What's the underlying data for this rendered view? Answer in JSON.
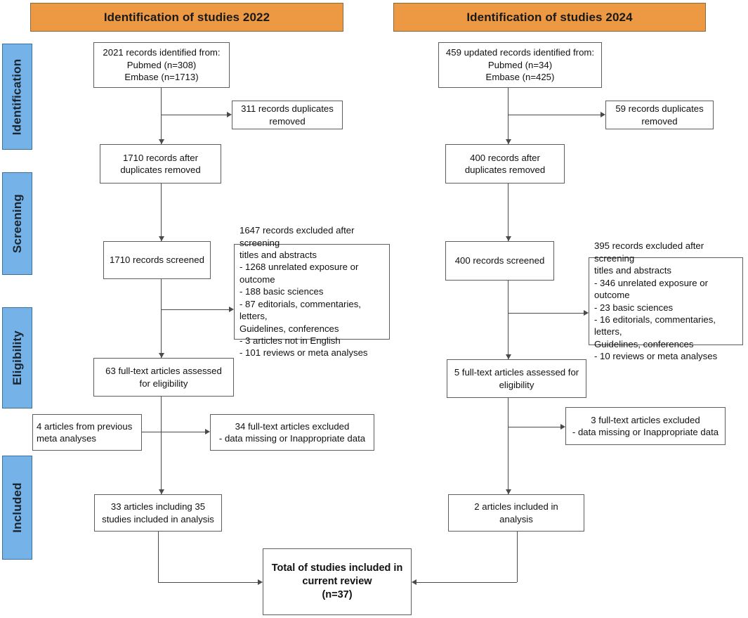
{
  "figure": {
    "type": "prisma-flow-diagram",
    "colors": {
      "header_orange": "#ED9843",
      "stage_blue": "#74B2E8",
      "box_border": "#5d5d5d",
      "connector": "#4a4a4a",
      "background": "#ffffff",
      "text": "#111111"
    }
  },
  "headers": [
    {
      "label": "Identification of studies 2022"
    },
    {
      "label": "Identification of studies 2024"
    }
  ],
  "stages": [
    {
      "label": "Identification"
    },
    {
      "label": "Screening"
    },
    {
      "label": "Eligibility"
    },
    {
      "label": "Included"
    }
  ],
  "column_2022": {
    "identified": "2021 records identified from:\nPubmed (n=308)\nEmbase (n=1713)",
    "duplicates_removed": "311 records duplicates\nremoved",
    "after_duplicates": "1710 records after\nduplicates removed",
    "screened": "1710 records screened",
    "excluded_screening": "1647 records excluded after screening\ntitles and abstracts\n- 1268 unrelated exposure or outcome\n- 188 basic sciences\n- 87 editorials, commentaries, letters,\nGuidelines, conferences\n- 3 articles not in English\n- 101 reviews or meta analyses",
    "fulltext_assessed": "63 full-text articles assessed\nfor eligibility",
    "previous_meta": "4 articles from previous\nmeta analyses",
    "fulltext_excluded": "34 full-text articles excluded\n- data missing or Inappropriate data",
    "included_analysis": "33 articles including 35\nstudies included in analysis"
  },
  "column_2024": {
    "identified": "459 updated records identified from:\nPubmed (n=34)\nEmbase (n=425)",
    "duplicates_removed": "59 records duplicates\nremoved",
    "after_duplicates": "400 records after\nduplicates removed",
    "screened": "400 records screened",
    "excluded_screening": "395 records excluded after screening\ntitles and abstracts\n- 346 unrelated exposure or outcome\n- 23 basic sciences\n- 16 editorials, commentaries, letters,\nGuidelines, conferences\n- 10 reviews or meta analyses",
    "fulltext_assessed": "5 full-text articles assessed for\neligibility",
    "fulltext_excluded": "3 full-text articles excluded\n- data missing or Inappropriate data",
    "included_analysis": "2 articles included in\nanalysis"
  },
  "total": {
    "label": "Total of studies included in\ncurrent review\n(n=37)"
  },
  "chart_data": {
    "type": "diagram",
    "title": "PRISMA flow diagram of study identification, screening, eligibility and inclusion",
    "nodes": [
      {
        "id": "id2022",
        "stage": "Identification",
        "cohort": "2022",
        "value": 2021,
        "label": "records identified",
        "sources": [
          {
            "name": "Pubmed",
            "n": 308
          },
          {
            "name": "Embase",
            "n": 1713
          }
        ]
      },
      {
        "id": "dup2022",
        "stage": "Identification",
        "cohort": "2022",
        "value": 311,
        "label": "records duplicates removed"
      },
      {
        "id": "afterdup2022",
        "stage": "Identification",
        "cohort": "2022",
        "value": 1710,
        "label": "records after duplicates removed"
      },
      {
        "id": "screened2022",
        "stage": "Screening",
        "cohort": "2022",
        "value": 1710,
        "label": "records screened"
      },
      {
        "id": "excl2022",
        "stage": "Screening",
        "cohort": "2022",
        "value": 1647,
        "label": "records excluded after screening titles and abstracts",
        "reasons": [
          {
            "reason": "unrelated exposure or outcome",
            "n": 1268
          },
          {
            "reason": "basic sciences",
            "n": 188
          },
          {
            "reason": "editorials, commentaries, letters, Guidelines, conferences",
            "n": 87
          },
          {
            "reason": "articles not in English",
            "n": 3
          },
          {
            "reason": "reviews or meta analyses",
            "n": 101
          }
        ]
      },
      {
        "id": "full2022",
        "stage": "Eligibility",
        "cohort": "2022",
        "value": 63,
        "label": "full-text articles assessed for eligibility"
      },
      {
        "id": "prev2022",
        "stage": "Eligibility",
        "cohort": "2022",
        "value": 4,
        "label": "articles from previous meta analyses"
      },
      {
        "id": "fullexcl2022",
        "stage": "Eligibility",
        "cohort": "2022",
        "value": 34,
        "label": "full-text articles excluded",
        "reasons": [
          {
            "reason": "data missing or Inappropriate data"
          }
        ]
      },
      {
        "id": "incl2022",
        "stage": "Included",
        "cohort": "2022",
        "value": 33,
        "studies": 35,
        "label": "articles including 35 studies included in analysis"
      },
      {
        "id": "id2024",
        "stage": "Identification",
        "cohort": "2024",
        "value": 459,
        "label": "updated records identified",
        "sources": [
          {
            "name": "Pubmed",
            "n": 34
          },
          {
            "name": "Embase",
            "n": 425
          }
        ]
      },
      {
        "id": "dup2024",
        "stage": "Identification",
        "cohort": "2024",
        "value": 59,
        "label": "records duplicates removed"
      },
      {
        "id": "afterdup2024",
        "stage": "Identification",
        "cohort": "2024",
        "value": 400,
        "label": "records after duplicates removed"
      },
      {
        "id": "screened2024",
        "stage": "Screening",
        "cohort": "2024",
        "value": 400,
        "label": "records screened"
      },
      {
        "id": "excl2024",
        "stage": "Screening",
        "cohort": "2024",
        "value": 395,
        "label": "records excluded after screening titles and abstracts",
        "reasons": [
          {
            "reason": "unrelated exposure or outcome",
            "n": 346
          },
          {
            "reason": "basic sciences",
            "n": 23
          },
          {
            "reason": "editorials, commentaries, letters, Guidelines, conferences",
            "n": 16
          },
          {
            "reason": "reviews or meta analyses",
            "n": 10
          }
        ]
      },
      {
        "id": "full2024",
        "stage": "Eligibility",
        "cohort": "2024",
        "value": 5,
        "label": "full-text articles assessed for eligibility"
      },
      {
        "id": "fullexcl2024",
        "stage": "Eligibility",
        "cohort": "2024",
        "value": 3,
        "label": "full-text articles excluded",
        "reasons": [
          {
            "reason": "data missing or Inappropriate data"
          }
        ]
      },
      {
        "id": "incl2024",
        "stage": "Included",
        "cohort": "2024",
        "value": 2,
        "label": "articles included in analysis"
      },
      {
        "id": "total",
        "stage": "Included",
        "cohort": "combined",
        "value": 37,
        "label": "Total of studies included in current review"
      }
    ]
  }
}
